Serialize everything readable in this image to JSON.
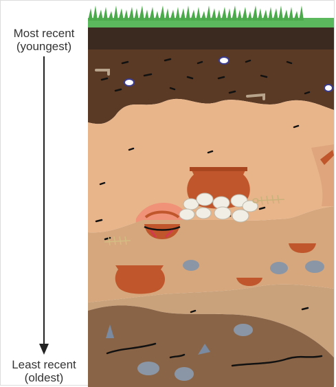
{
  "labels": {
    "top_line1": "Most recent",
    "top_line2": "(youngest)",
    "bottom_line1": "Least recent",
    "bottom_line2": "(oldest)"
  },
  "colors": {
    "grass": "#5cb85c",
    "topsoil": "#3a2a1f",
    "dark_layer": "#5a3a24",
    "light_layer": "#e8b48a",
    "mid_layer": "#d9aa7f",
    "lower_layer": "#c9a17a",
    "bottom_layer": "#8a6446",
    "pottery": "#c0562c",
    "stone": "#8a96a6",
    "pebble": "#f1eee6"
  }
}
